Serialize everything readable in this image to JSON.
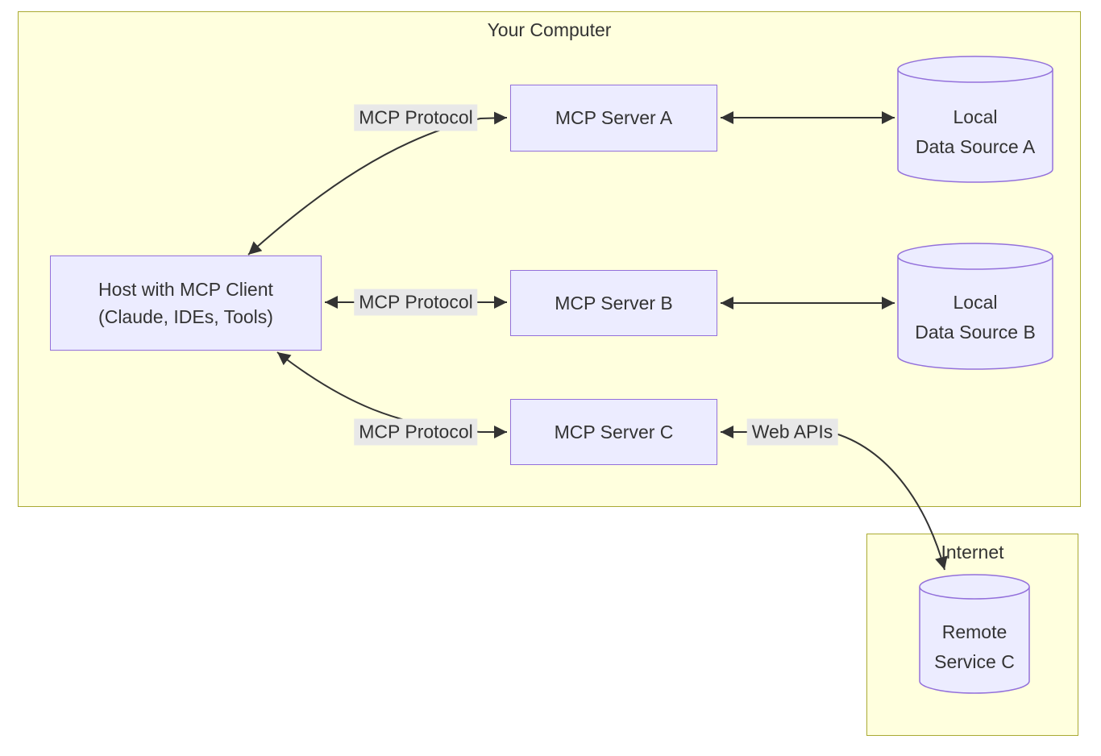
{
  "diagram": {
    "type": "flowchart",
    "clusters": [
      {
        "id": "your_computer",
        "title": "Your Computer"
      },
      {
        "id": "internet",
        "title": "Internet"
      }
    ],
    "nodes": {
      "host": {
        "label": "Host with MCP Client\n(Claude, IDEs, Tools)",
        "shape": "rectangle"
      },
      "server_a": {
        "label": "MCP Server A",
        "shape": "rectangle"
      },
      "server_b": {
        "label": "MCP Server B",
        "shape": "rectangle"
      },
      "server_c": {
        "label": "MCP Server C",
        "shape": "rectangle"
      },
      "source_a": {
        "label": "Local\nData Source A",
        "shape": "cylinder"
      },
      "source_b": {
        "label": "Local\nData Source B",
        "shape": "cylinder"
      },
      "remote_c": {
        "label": "Remote\nService C",
        "shape": "cylinder"
      }
    },
    "edges": [
      {
        "from": "host",
        "to": "server_a",
        "label": "MCP Protocol",
        "bidirectional": true
      },
      {
        "from": "host",
        "to": "server_b",
        "label": "MCP Protocol",
        "bidirectional": true
      },
      {
        "from": "host",
        "to": "server_c",
        "label": "MCP Protocol",
        "bidirectional": true
      },
      {
        "from": "server_a",
        "to": "source_a",
        "label": "",
        "bidirectional": true
      },
      {
        "from": "server_b",
        "to": "source_b",
        "label": "",
        "bidirectional": true
      },
      {
        "from": "server_c",
        "to": "remote_c",
        "label": "Web APIs",
        "bidirectional": true
      }
    ],
    "colors": {
      "cluster_fill": "#ffffde",
      "cluster_border": "#aaaa33",
      "node_fill": "#ececff",
      "node_border": "#9370db",
      "edge_stroke": "#333333",
      "edge_label_bg": "#e8e8e8",
      "text": "#333333",
      "page_bg": "#ffffff"
    }
  }
}
